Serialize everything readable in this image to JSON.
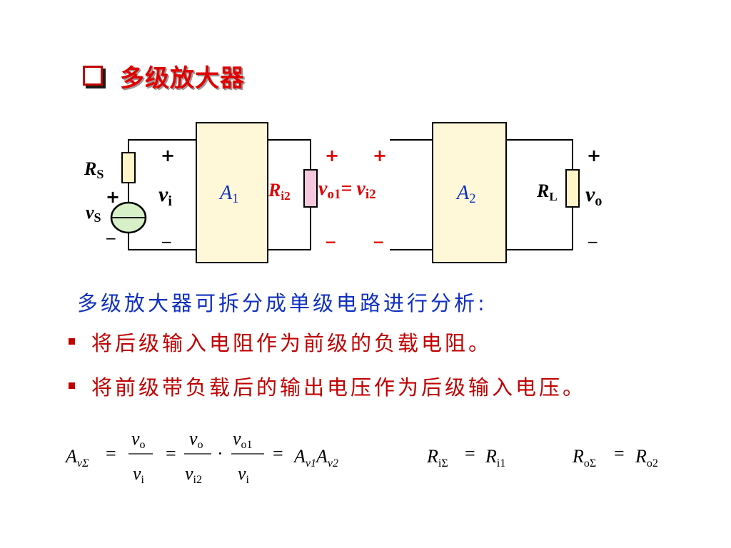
{
  "title": "多级放大器",
  "diagram": {
    "rs": "R",
    "rs_sub": "S",
    "vs": "v",
    "vs_sub": "S",
    "plus": "+",
    "minus": "−",
    "vi": "v",
    "vi_sub": "i",
    "a1": "A",
    "a1_sub": "1",
    "ri2": "R",
    "ri2_sub": "i2",
    "vo1": "v",
    "vo1_sub": "o1",
    "equals": "=",
    "vi2": "v",
    "vi2_sub": "i2",
    "a2": "A",
    "a2_sub": "2",
    "rl": "R",
    "rl_sub": "L",
    "vo": "v",
    "vo_sub": "o"
  },
  "text": {
    "intro": "多级放大器可拆分成单级电路进行分析:",
    "bullet1": "将后级输入电阻作为前级的负载电阻。",
    "bullet2": "将前级带负载后的输出电压作为后级输入电压。"
  },
  "formulas": {
    "A": "A",
    "v": "v",
    "R": "R",
    "vSigma": "vΣ",
    "iSigma": "iΣ",
    "oSigma": "oΣ",
    "o": "o",
    "i": "i",
    "i2": "i2",
    "o1": "o1",
    "v1": "v1",
    "v2": "v2",
    "i1": "i1",
    "o2": "o2",
    "eq": "=",
    "dot": "·"
  },
  "colors": {
    "title": "#e00000",
    "box_fill": "#fff8d8",
    "resistor_ri2_fill": "#f6c8de",
    "resistor_fill": "#fff5c8",
    "blue_text": "#1030c0",
    "red_text": "#c00000"
  }
}
